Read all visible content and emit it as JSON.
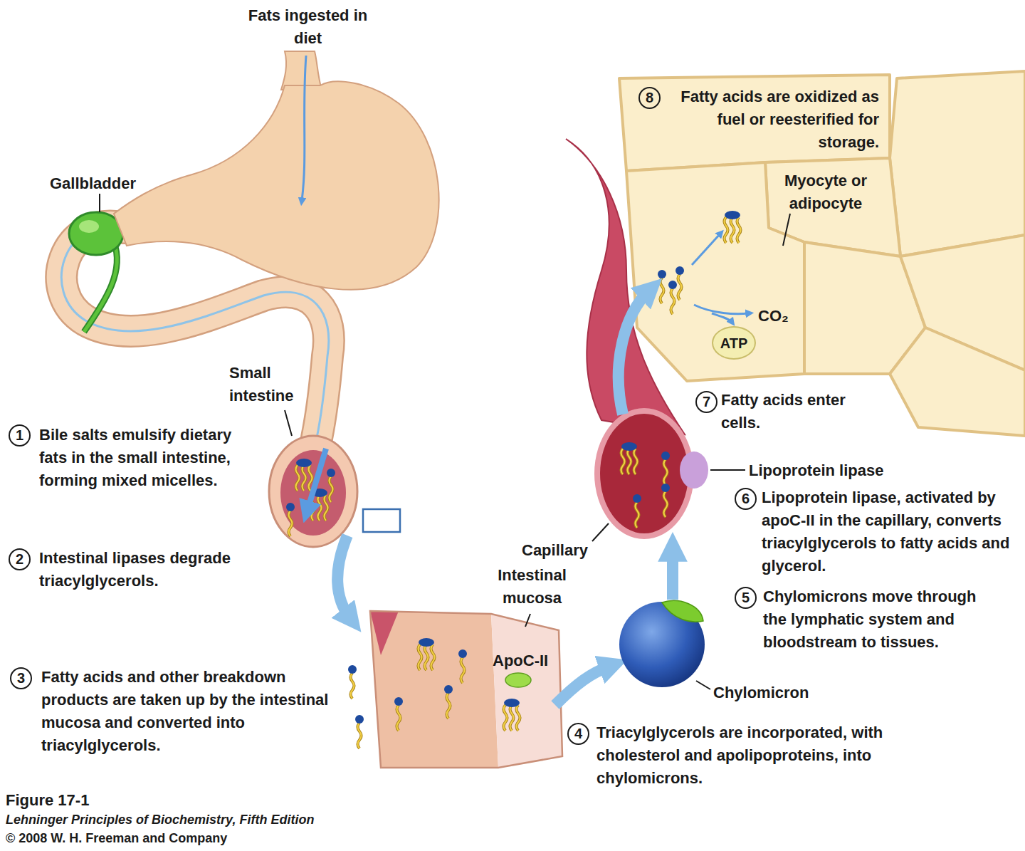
{
  "diagram": {
    "caption": "Figure 17-1",
    "nodes": [
      {
        "text": [
          "ATP"
        ]
      }
    ],
    "labels": [
      "Fats ingested in diet",
      "Gallbladder",
      "Small intestine",
      "1",
      "Bile salts emulsify dietary fats in the small intestine, forming mixed micelles.",
      "2",
      "Intestinal lipases degrade triacylglycerols.",
      "Intestinal mucosa",
      "ApoC-II",
      "3",
      "Fatty acids and other breakdown products are taken up by the intestinal mucosa and converted into triacylglycerols.",
      "4",
      "Triacylglycerols are incorporated, with cholesterol and apolipoproteins, into chylomicrons.",
      "Chylomicron",
      "5",
      "Chylomicrons move through the lymphatic system and bloodstream to tissues.",
      "Capillary",
      "Lipoprotein lipase",
      "6",
      "Lipoprotein lipase, activated by apoC-II in the capillary, converts triacylglycerols to fatty acids and glycerol.",
      "7",
      "Fatty acids enter cells.",
      "8",
      "Fatty acids are oxidized as fuel or reesterified for storage.",
      "Myocyte or adipocyte",
      "CO₂",
      "Lehninger Principles of Biochemistry, Fifth Edition",
      "© 2008 W. H. Freeman and Company"
    ]
  }
}
